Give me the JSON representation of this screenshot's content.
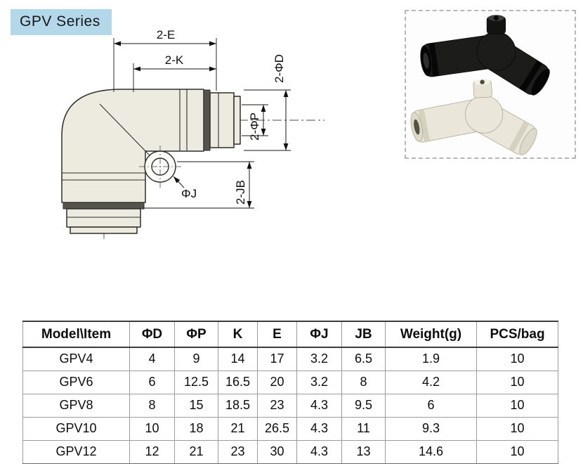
{
  "page": {
    "title": "GPV Series"
  },
  "drawing": {
    "labels": {
      "e": "2-E",
      "k": "2-K",
      "d": "2-ΦD",
      "p": "2-ΦP",
      "jb": "2-JB",
      "j": "ΦJ"
    }
  },
  "photo": {
    "fittings": [
      "black elbow fitting",
      "white elbow fitting"
    ]
  },
  "table": {
    "headers": [
      "Model\\Item",
      "ΦD",
      "ΦP",
      "K",
      "E",
      "ΦJ",
      "JB",
      "Weight(g)",
      "PCS/bag"
    ],
    "rows": [
      [
        "GPV4",
        "4",
        "9",
        "14",
        "17",
        "3.2",
        "6.5",
        "1.9",
        "10"
      ],
      [
        "GPV6",
        "6",
        "12.5",
        "16.5",
        "20",
        "3.2",
        "8",
        "4.2",
        "10"
      ],
      [
        "GPV8",
        "8",
        "15",
        "18.5",
        "23",
        "4.3",
        "9.5",
        "6",
        "10"
      ],
      [
        "GPV10",
        "10",
        "18",
        "21",
        "26.5",
        "4.3",
        "11",
        "9.3",
        "10"
      ],
      [
        "GPV12",
        "12",
        "21",
        "23",
        "30",
        "4.3",
        "13",
        "14.6",
        "10"
      ]
    ]
  }
}
